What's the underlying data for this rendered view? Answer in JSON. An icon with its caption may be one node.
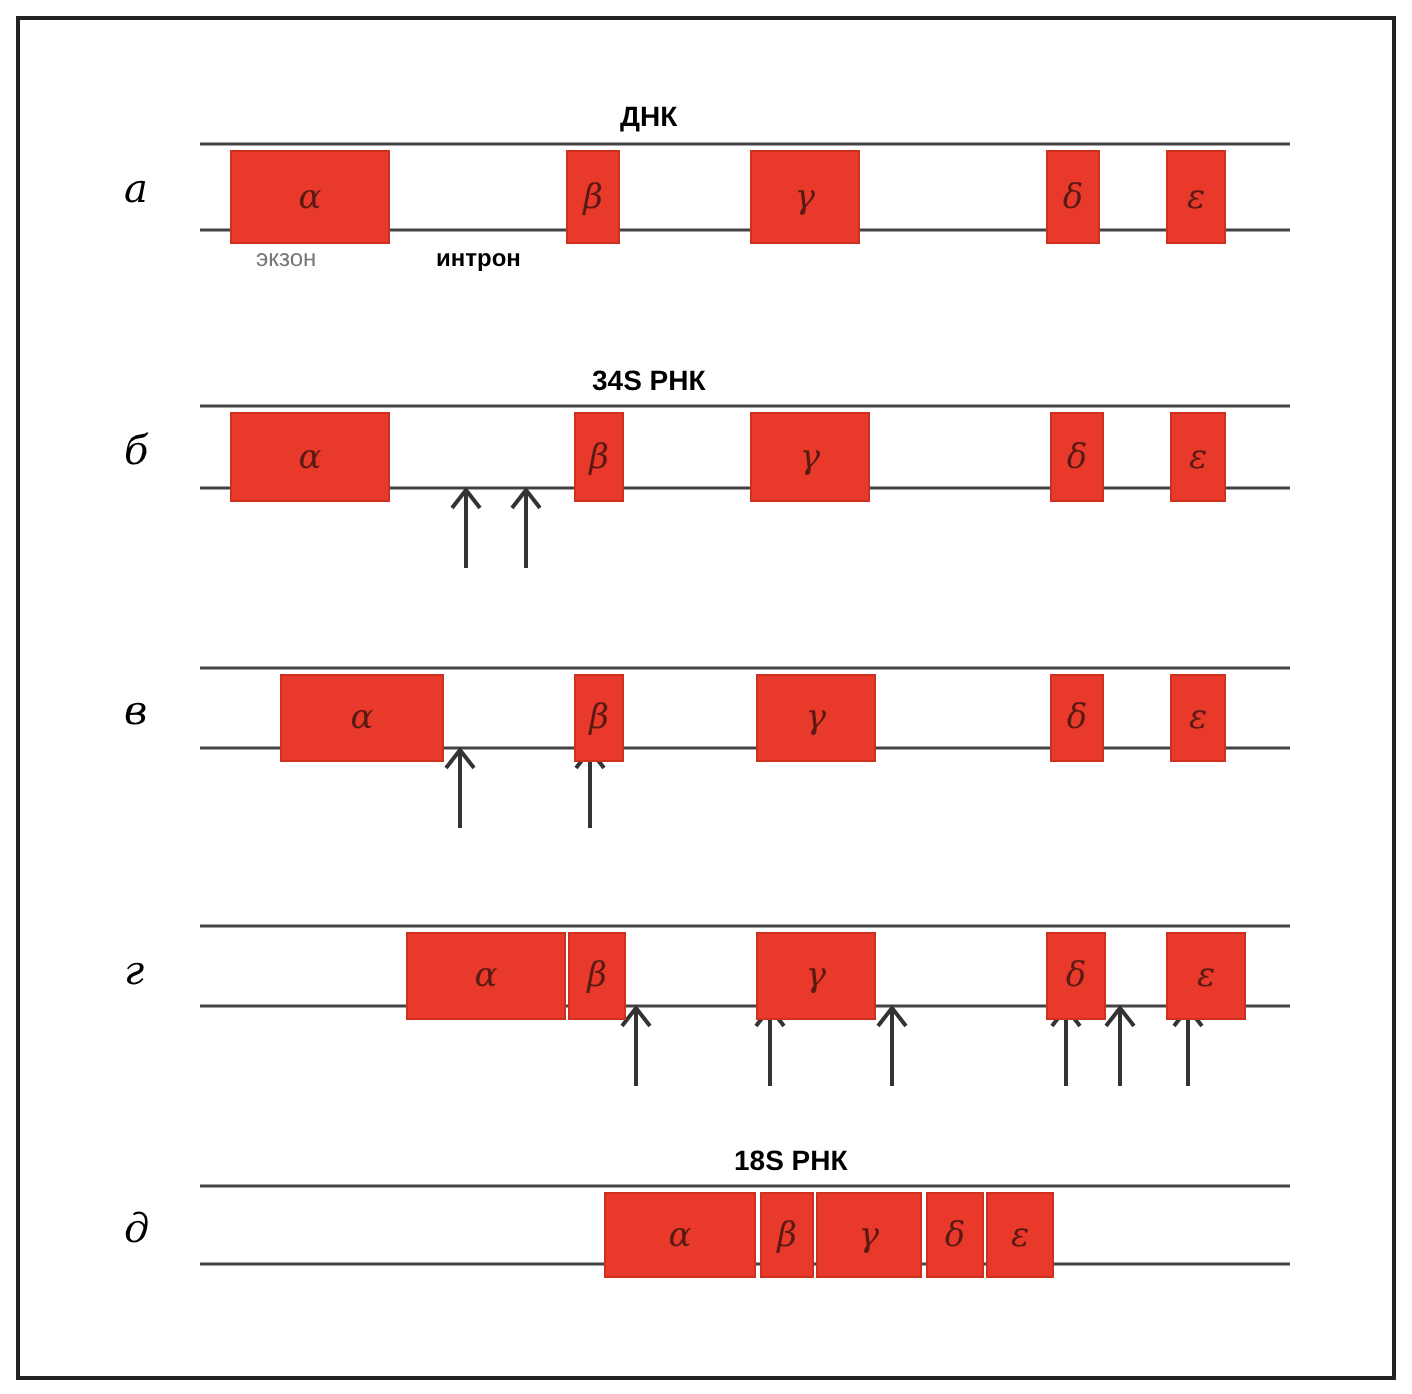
{
  "diagram": {
    "nodes": [
      {
        "text": [
          "α"
        ]
      },
      {
        "text": [
          "β"
        ]
      },
      {
        "text": [
          "γ"
        ]
      },
      {
        "text": [
          "δ"
        ]
      },
      {
        "text": [
          "ε"
        ]
      },
      {
        "text": [
          "α"
        ]
      },
      {
        "text": [
          "β"
        ]
      },
      {
        "text": [
          "γ"
        ]
      },
      {
        "text": [
          "δ"
        ]
      },
      {
        "text": [
          "ε"
        ]
      },
      {
        "text": [
          "α"
        ]
      },
      {
        "text": [
          "β"
        ]
      },
      {
        "text": [
          "γ"
        ]
      },
      {
        "text": [
          "δ"
        ]
      },
      {
        "text": [
          "ε"
        ]
      },
      {
        "text": [
          "α"
        ]
      },
      {
        "text": [
          "β"
        ]
      },
      {
        "text": [
          "γ"
        ]
      },
      {
        "text": [
          "δ"
        ]
      },
      {
        "text": [
          "ε"
        ]
      },
      {
        "text": [
          "α"
        ]
      },
      {
        "text": [
          "β"
        ]
      },
      {
        "text": [
          "γ"
        ]
      },
      {
        "text": [
          "δ"
        ]
      },
      {
        "text": [
          "ε"
        ]
      }
    ],
    "edges": [],
    "labels": [
      "ДНК",
      "а",
      "экзон",
      "интрон",
      "34S РНК",
      "б",
      "в",
      "г",
      "18S РНК",
      "д"
    ]
  }
}
